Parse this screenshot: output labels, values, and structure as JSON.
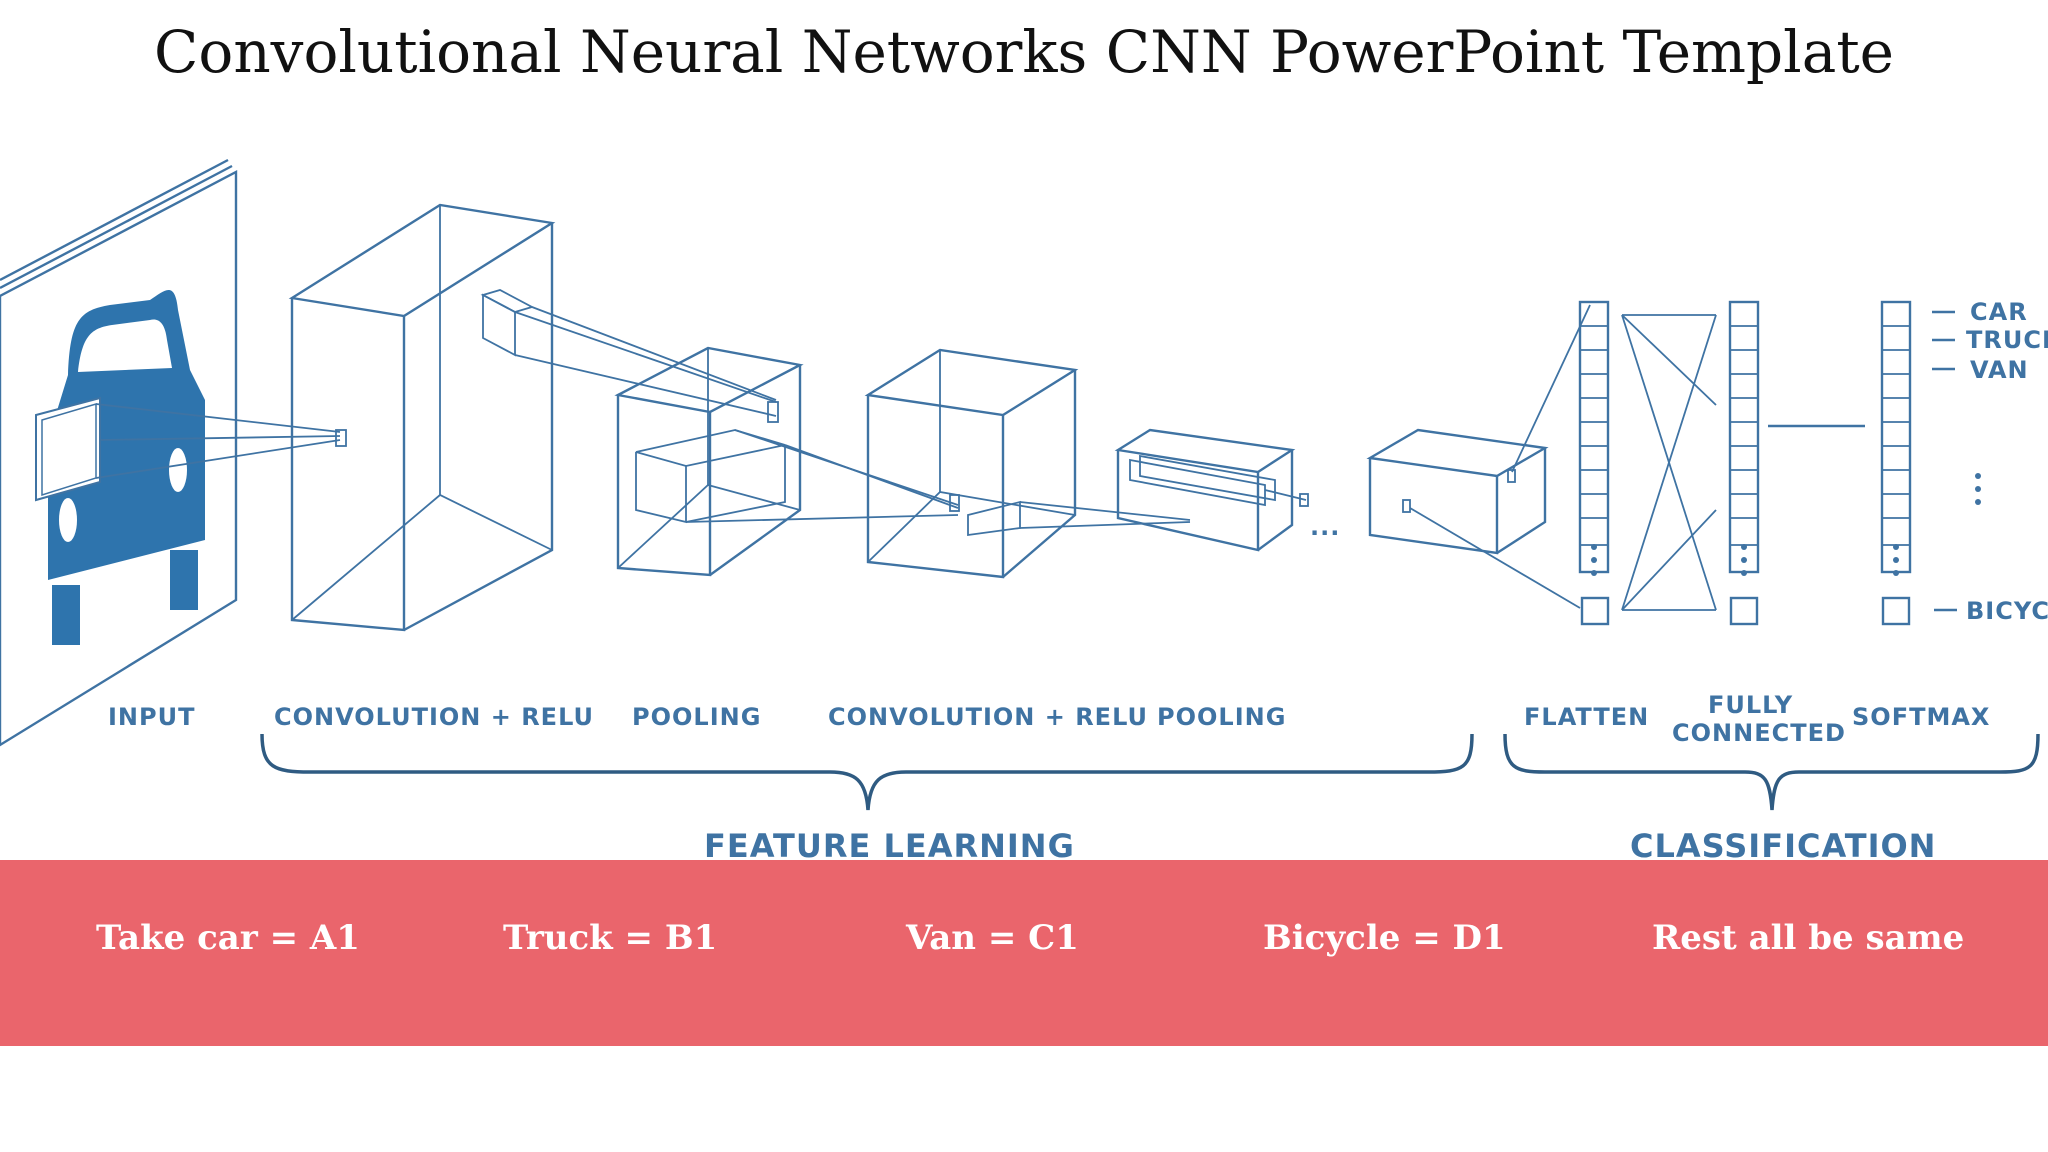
{
  "title": "Convolutional Neural Networks CNN PowerPoint Template",
  "diagram": {
    "stage_labels": {
      "input": "INPUT",
      "conv1": "CONVOLUTION + RELU",
      "pool1": "POOLING",
      "conv2": "CONVOLUTION + RELU",
      "pool2": "POOLING",
      "flatten": "FLATTEN",
      "fully_connected_line1": "FULLY",
      "fully_connected_line2": "CONNECTED",
      "softmax": "SOFTMAX"
    },
    "group_labels": {
      "feature_learning": "FEATURE LEARNING",
      "classification": "CLASSIFICATION"
    },
    "outputs": [
      "CAR",
      "TRUCK",
      "VAN",
      "BICYCLE"
    ],
    "ellipsis": "..."
  },
  "band": {
    "items": [
      "Take car = A1",
      "Truck = B1",
      "Van = C1",
      "Bicycle = D1",
      "Rest all be same"
    ]
  },
  "colors": {
    "diagram_blue": "#3f73a3",
    "car_fill": "#2e74ad",
    "band": "#ea656c",
    "band_text": "#ffffff"
  }
}
